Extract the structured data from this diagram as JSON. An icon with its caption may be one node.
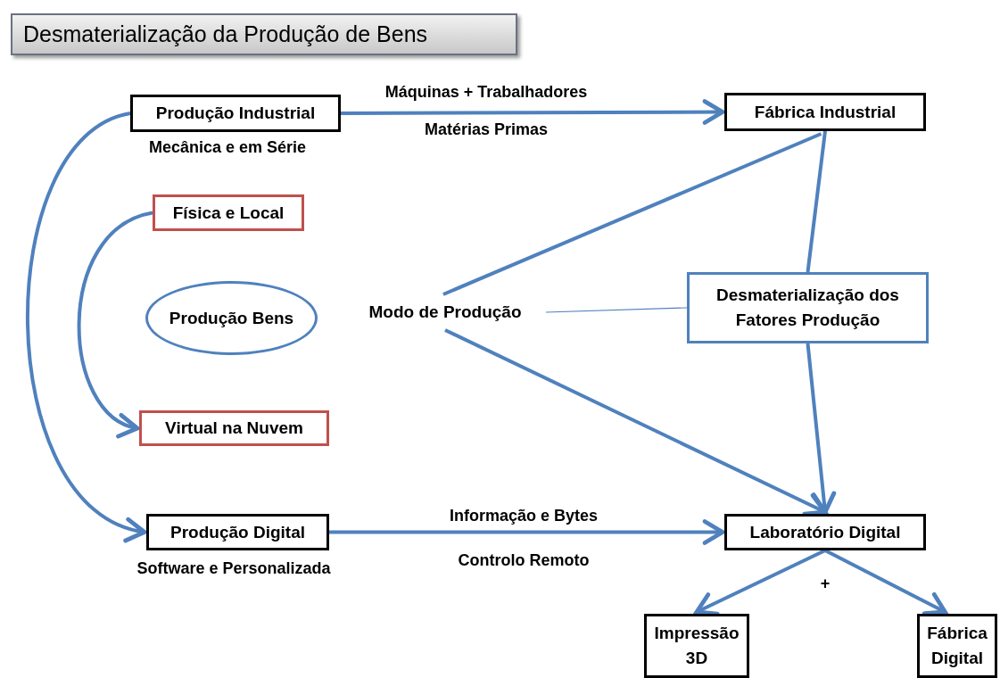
{
  "diagram": {
    "title": "Desmaterialização da Produção de Bens",
    "nodes": [
      {
        "text": [
          "Produção Industrial"
        ],
        "beside": [
          "Mecânica e em Série"
        ]
      },
      {
        "text": [
          "Fábrica Industrial"
        ]
      },
      {
        "text": [
          "Física e Local"
        ]
      },
      {
        "text": [
          "Produção Bens"
        ]
      },
      {
        "text": [
          "Virtual na Nuvem"
        ]
      },
      {
        "text": [
          "Modo de Produção"
        ]
      },
      {
        "text": [
          "Desmaterialização dos Fatores Produção"
        ]
      },
      {
        "text": [
          "Produção Digital"
        ],
        "beside": [
          "Software e Personalizada"
        ]
      },
      {
        "text": [
          "Laboratório Digital"
        ]
      },
      {
        "text": [
          "Impressão 3D"
        ]
      },
      {
        "text": [
          "Fábrica Digital"
        ]
      }
    ],
    "edges": [
      {
        "from": 0,
        "to": 1,
        "arrow": "to",
        "label": "Máquinas + Trabalhadores"
      },
      {
        "from": 0,
        "to": 7,
        "arrow": "to"
      },
      {
        "from": 2,
        "to": 4,
        "arrow": "to"
      },
      {
        "from": 5,
        "to": 1,
        "arrow": "none"
      },
      {
        "from": 5,
        "to": 6,
        "arrow": "none"
      },
      {
        "from": 5,
        "to": 8,
        "arrow": "to"
      },
      {
        "from": 1,
        "to": 6,
        "arrow": "none"
      },
      {
        "from": 6,
        "to": 8,
        "arrow": "to"
      },
      {
        "from": 7,
        "to": 8,
        "arrow": "to",
        "label": "Informação e Bytes"
      },
      {
        "from": 8,
        "to": 9,
        "arrow": "to"
      },
      {
        "from": 8,
        "to": 10,
        "arrow": "to"
      }
    ],
    "labels": [
      "Matérias Primas",
      "Controlo Remoto",
      "+"
    ]
  }
}
